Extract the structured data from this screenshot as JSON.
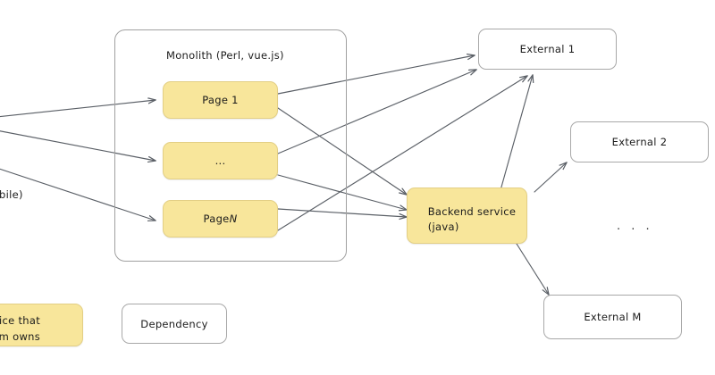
{
  "diagram": {
    "title_text": "Monolith (Perl, vue.js)",
    "container": {
      "label": "Monolith (Perl, vue.js)"
    },
    "nodes": {
      "page1": {
        "label": "Page 1"
      },
      "page_mid": {
        "label": "..."
      },
      "pageN_prefix": {
        "label": "Page "
      },
      "pageN_suffix": {
        "label": "N"
      },
      "backend": {
        "line1": "Backend service",
        "line2": "(java)"
      },
      "external1": {
        "label": "External 1"
      },
      "external2": {
        "label": "External 2"
      },
      "externalM": {
        "label": "External M"
      },
      "external_ellipsis": {
        "label": ". . ."
      }
    },
    "clipped_labels": {
      "left_client": "bile)",
      "legend_owned_line1": "vice that",
      "legend_owned_line2": "eam owns"
    },
    "legend": {
      "dependency": {
        "label": "Dependency"
      }
    },
    "colors": {
      "node_fill": "#f8e69b",
      "node_border": "#e3cf85",
      "container_border": "#a0a0a0",
      "white_node_border": "#a8a8a8",
      "arrow_stroke": "#5a5f66",
      "text": "#1b1b1b",
      "background": "#ffffff"
    }
  }
}
